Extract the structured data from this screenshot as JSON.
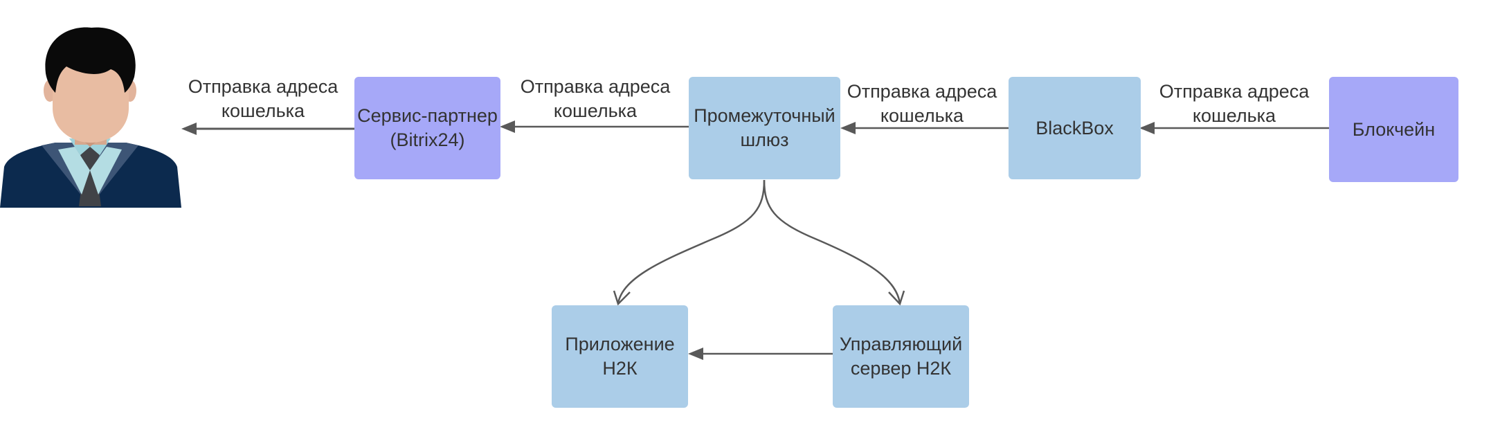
{
  "diagram": {
    "colors": {
      "blue": "#abcde8",
      "purple": "#a6a8f8",
      "edge": "#595959",
      "text": "#333333"
    },
    "actor": {
      "icon": "user-avatar-icon"
    },
    "nodes": {
      "partner": "Сервис-партнер\n(Bitrix24)",
      "gateway": "Промежуточный\nшлюз",
      "blackbox": "BlackBox",
      "blockchain": "Блокчейн",
      "app": "Приложение\nН2К",
      "server": "Управляющий\nсервер Н2К"
    },
    "edge_labels": {
      "partner_to_user": "Отправка адреса\nкошелька",
      "gateway_to_partner": "Отправка адреса\nкошелька",
      "blackbox_to_gateway": "Отправка адреса\nкошелька",
      "blockchain_to_blackbox": "Отправка адреса\nкошелька"
    }
  }
}
